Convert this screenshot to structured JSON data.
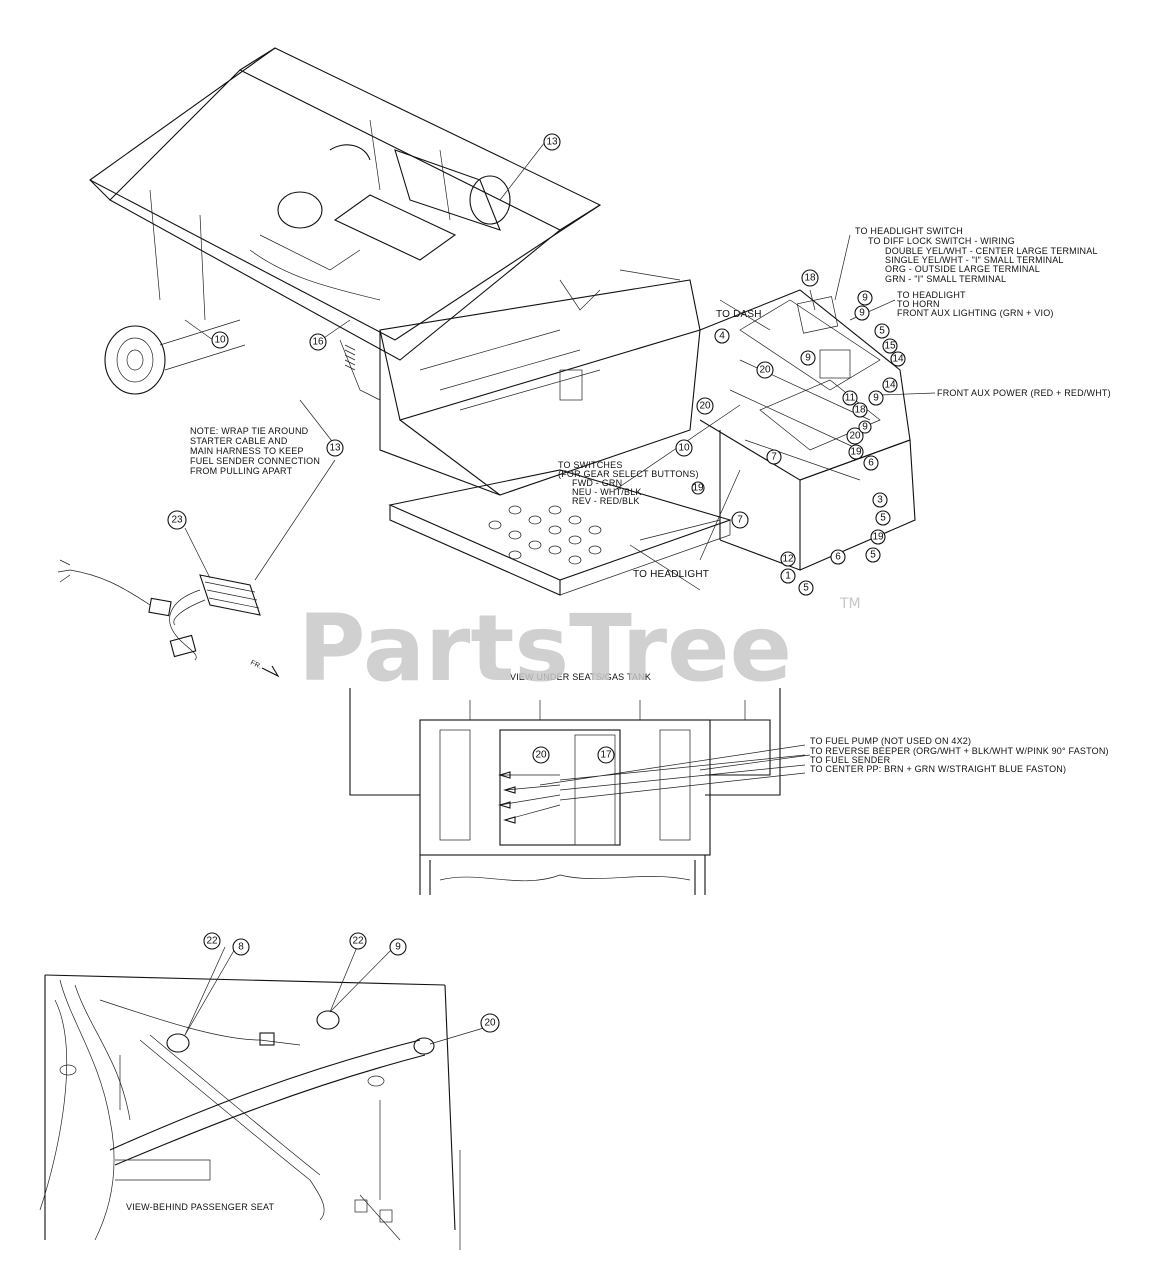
{
  "watermark": {
    "text": "PartsTree",
    "trademark": "TM"
  },
  "labels": {
    "headlight_switch": "TO HEADLIGHT SWITCH",
    "diff_lock": "TO DIFF LOCK SWITCH - WIRING",
    "double_yel": "DOUBLE YEL/WHT - CENTER LARGE TERMINAL",
    "single_yel": "SINGLE YEL/WHT - \"I\" SMALL TERMINAL",
    "org": "ORG - OUTSIDE LARGE TERMINAL",
    "grn": "GRN - \"I\" SMALL TERMINAL",
    "to_headlight_top": "TO HEADLIGHT",
    "to_horn": "TO HORN",
    "front_aux_lighting": "FRONT AUX LIGHTING (GRN + VIO)",
    "to_dash": "TO DASH",
    "front_aux_power": "FRONT AUX POWER (RED + RED/WHT)",
    "note_1": "NOTE: WRAP TIE AROUND",
    "note_2": "STARTER CABLE AND",
    "note_3": "MAIN HARNESS TO KEEP",
    "note_4": "FUEL SENDER CONNECTION",
    "note_5": "FROM PULLING APART",
    "to_switches_1": "TO SWITCHES",
    "to_switches_2": "(FOR GEAR SELECT BUTTONS)",
    "to_switches_3": "FWD - GRN",
    "to_switches_4": "NEU - WHT/BLK",
    "to_switches_5": "REV - RED/BLK",
    "to_headlight_bottom": "TO HEADLIGHT",
    "fr_arrow": "FR.",
    "view_under": "VIEW UNDER SEATS/GAS TANK",
    "fuel_pump": "TO FUEL PUMP (NOT USED ON 4X2)",
    "reverse_beeper": "TO REVERSE BEEPER (ORG/WHT + BLK/WHT W/PINK 90° FASTON)",
    "fuel_sender": "TO FUEL SENDER",
    "center_pp": "TO CENTER PP: BRN + GRN W/STRAIGHT BLUE FASTON)",
    "view_behind": "VIEW-BEHIND PASSENGER SEAT"
  },
  "callouts": [
    {
      "id": "c13a",
      "text": "13"
    },
    {
      "id": "c10",
      "text": "10"
    },
    {
      "id": "c16",
      "text": "16"
    },
    {
      "id": "c13b",
      "text": "13"
    },
    {
      "id": "c23",
      "text": "23"
    },
    {
      "id": "c18a",
      "text": "18"
    },
    {
      "id": "c9a",
      "text": "9"
    },
    {
      "id": "c9b",
      "text": "9"
    },
    {
      "id": "c4",
      "text": "4"
    },
    {
      "id": "c5a",
      "text": "5"
    },
    {
      "id": "c15",
      "text": "15"
    },
    {
      "id": "c14a",
      "text": "14"
    },
    {
      "id": "c20a",
      "text": "20"
    },
    {
      "id": "c9c",
      "text": "9"
    },
    {
      "id": "c14b",
      "text": "14"
    },
    {
      "id": "c9d",
      "text": "9"
    },
    {
      "id": "c11",
      "text": "11"
    },
    {
      "id": "c18b",
      "text": "18"
    },
    {
      "id": "c20b",
      "text": "20"
    },
    {
      "id": "c20c",
      "text": "20"
    },
    {
      "id": "c9e",
      "text": "9"
    },
    {
      "id": "c19a",
      "text": "19"
    },
    {
      "id": "c7a",
      "text": "7"
    },
    {
      "id": "c10b",
      "text": "10"
    },
    {
      "id": "c6a",
      "text": "6"
    },
    {
      "id": "c3",
      "text": "3"
    },
    {
      "id": "c5b",
      "text": "5"
    },
    {
      "id": "c7b",
      "text": "7"
    },
    {
      "id": "c19b",
      "text": "19"
    },
    {
      "id": "c12",
      "text": "12"
    },
    {
      "id": "c5c",
      "text": "5"
    },
    {
      "id": "c1",
      "text": "1"
    },
    {
      "id": "c6b",
      "text": "6"
    },
    {
      "id": "c5d",
      "text": "5"
    },
    {
      "id": "c19c",
      "text": "19"
    },
    {
      "id": "c20d",
      "text": "20"
    },
    {
      "id": "c17",
      "text": "17"
    },
    {
      "id": "c22a",
      "text": "22"
    },
    {
      "id": "c8",
      "text": "8"
    },
    {
      "id": "c22b",
      "text": "22"
    },
    {
      "id": "c9f",
      "text": "9"
    },
    {
      "id": "c20e",
      "text": "20"
    }
  ]
}
